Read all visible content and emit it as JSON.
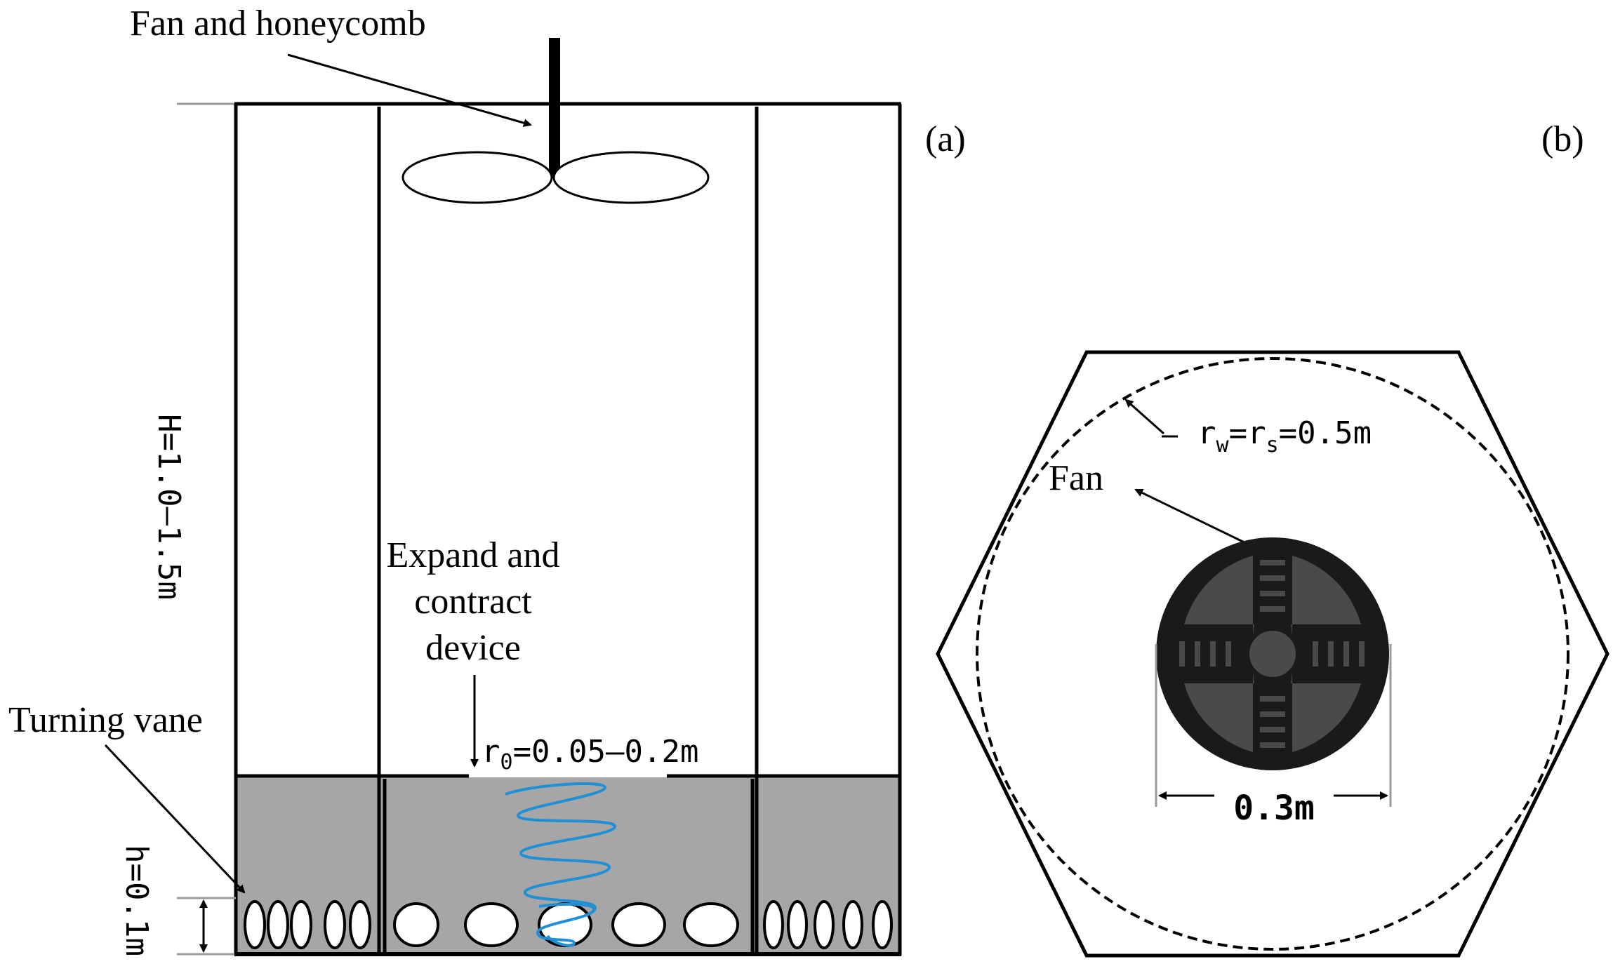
{
  "panel_a": {
    "panel_label": "(a)",
    "fan_label": "Fan and honeycomb",
    "height_label": "H=1.0–1.5m",
    "device_label": [
      "Expand and",
      "contract",
      "device"
    ],
    "radius_label_prefix": "r",
    "radius_label_sub": "0",
    "radius_label_value": "=0.05–0.2m",
    "vane_label": "Turning vane",
    "small_h_label": "h=0.1m"
  },
  "panel_b": {
    "panel_label": "(b)",
    "radius_r": "r",
    "radius_w": "w",
    "radius_eq": "=",
    "radius_s": "s",
    "radius_value": "=0.5m",
    "fan_label": "Fan",
    "diameter_label": "0.3m"
  },
  "colors": {
    "line": "#000000",
    "chamber_fill": "#a6a6a6",
    "spring": "#1f8fd6",
    "fan_dark": "#1a1a1a",
    "fan_blade": "#4a4a4a",
    "guide": "#9a9a9a"
  }
}
